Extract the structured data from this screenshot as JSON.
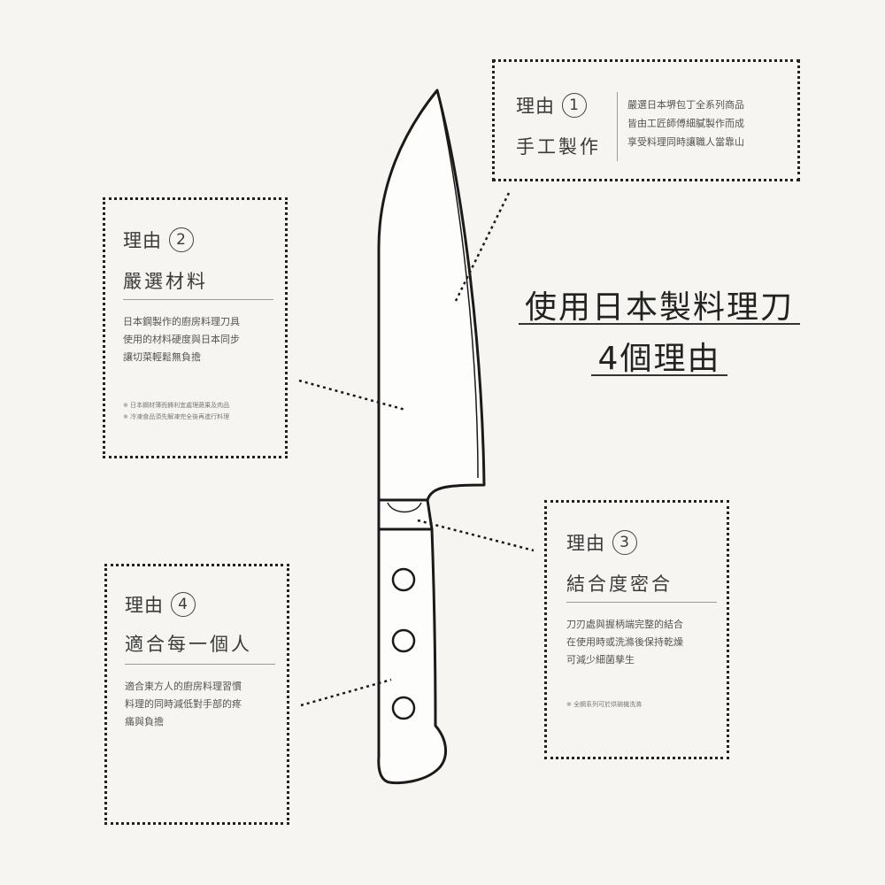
{
  "headline": {
    "line1": "使用日本製料理刀",
    "line2": "4個理由"
  },
  "reasons": [
    {
      "label": "理由",
      "num": "1",
      "title": "手工製作",
      "lines": [
        "嚴選日本堺包丁全系列商品",
        "皆由工匠師傅細膩製作而成",
        "享受料理同時讓職人當靠山"
      ],
      "notes": []
    },
    {
      "label": "理由",
      "num": "2",
      "title": "嚴選材料",
      "lines": [
        "日本鋼製作的廚房料理刀具",
        "使用的材料硬度與日本同步",
        "讓切菜輕鬆無負擔"
      ],
      "notes": [
        "※ 日本鋼材薄而鋒利宜處理蔬果及肉品",
        "※ 冷凍食品須先解凍完全後再進行料理"
      ]
    },
    {
      "label": "理由",
      "num": "3",
      "title": "結合度密合",
      "lines": [
        "刀刃處與握柄端完整的結合",
        "在使用時或洗滌後保持乾燥",
        "可減少細菌孳生"
      ],
      "notes": [
        "※ 全鋼系列可於烘碗機洗滌"
      ]
    },
    {
      "label": "理由",
      "num": "4",
      "title": "適合每一個人",
      "lines": [
        "適合東方人的廚房料理習慣",
        "料理的同時減低對手部的疼",
        "痛與負擔"
      ],
      "notes": []
    }
  ]
}
